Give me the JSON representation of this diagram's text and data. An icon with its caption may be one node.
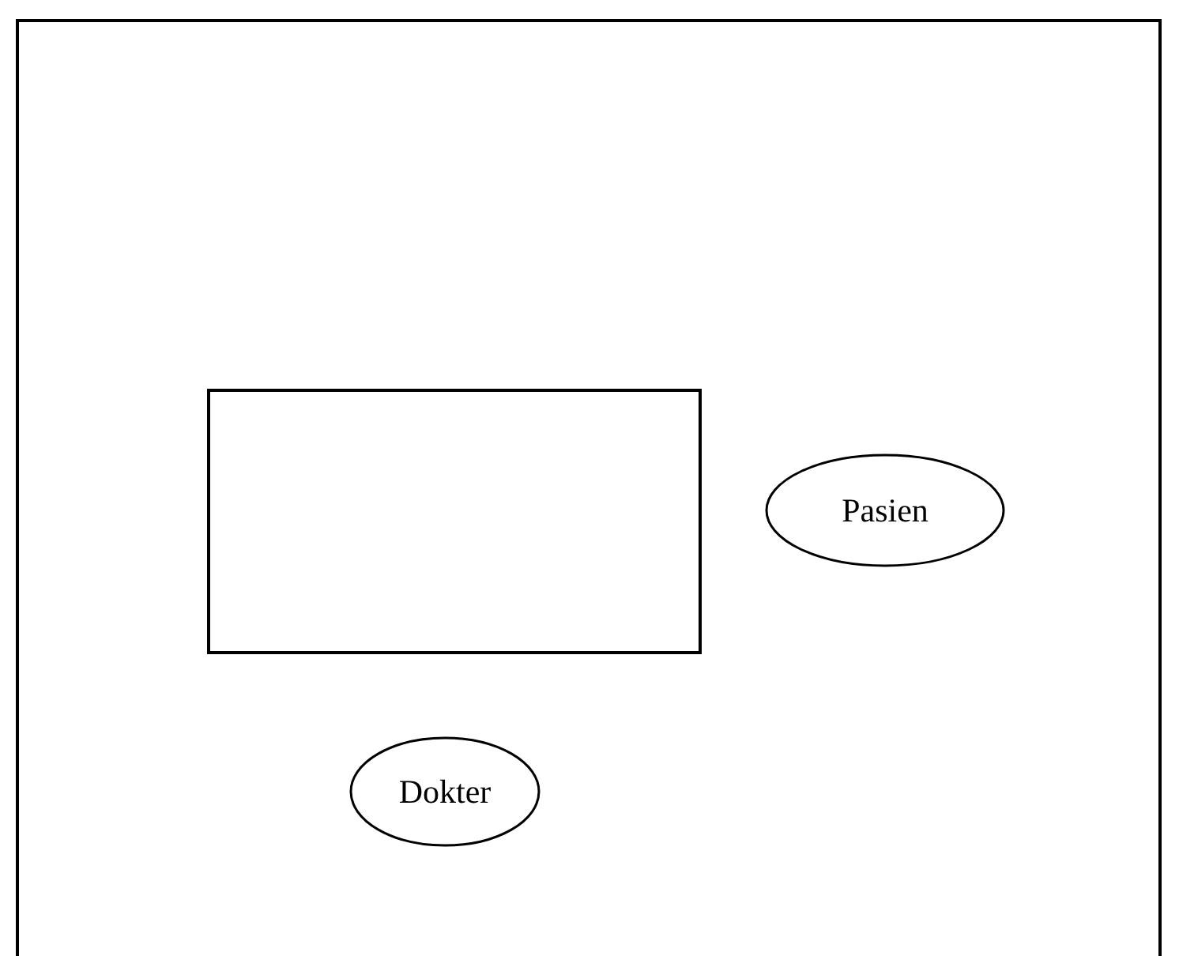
{
  "diagram": {
    "nodes": [
      {
        "text": [],
        "shape": "box"
      },
      {
        "text": [
          "Pasien"
        ]
      },
      {
        "text": [
          "Dokter"
        ]
      }
    ]
  }
}
